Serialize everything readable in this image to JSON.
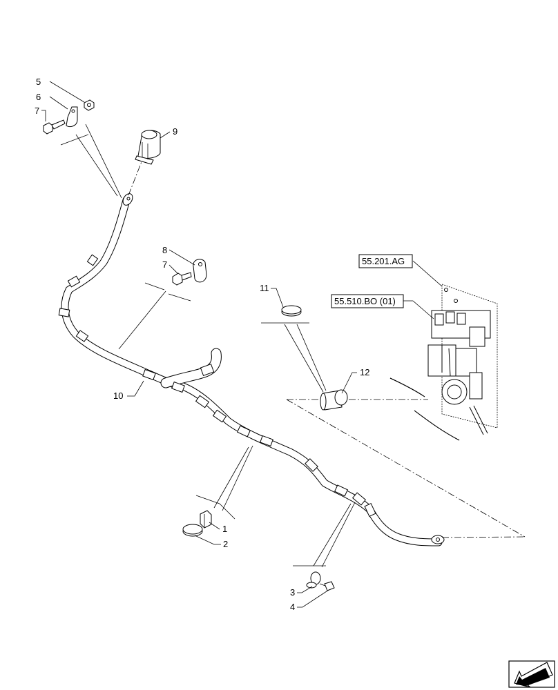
{
  "callouts": {
    "c1": "1",
    "c2": "2",
    "c3": "3",
    "c4": "4",
    "c5": "5",
    "c6": "6",
    "c7a": "7",
    "c7b": "7",
    "c8": "8",
    "c9": "9",
    "c10": "10",
    "c11": "11",
    "c12": "12"
  },
  "references": {
    "ref_a": "55.201.AG",
    "ref_b": "55.510.BO (01)"
  },
  "icons": {
    "nav": "arrow-navigation-icon"
  }
}
